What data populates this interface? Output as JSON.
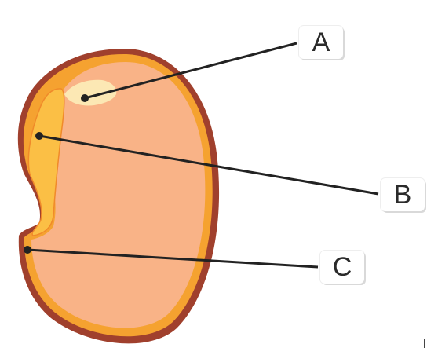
{
  "labels": {
    "a": "A",
    "b": "B",
    "c": "C"
  },
  "colors": {
    "seed_coat_outer": "#A0402D",
    "seed_coat_inner": "#F5A230",
    "cotyledon": "#F9B387",
    "radicle": "#FBBF45",
    "plumule": "#FCE8B4",
    "leader_line": "#222222"
  }
}
